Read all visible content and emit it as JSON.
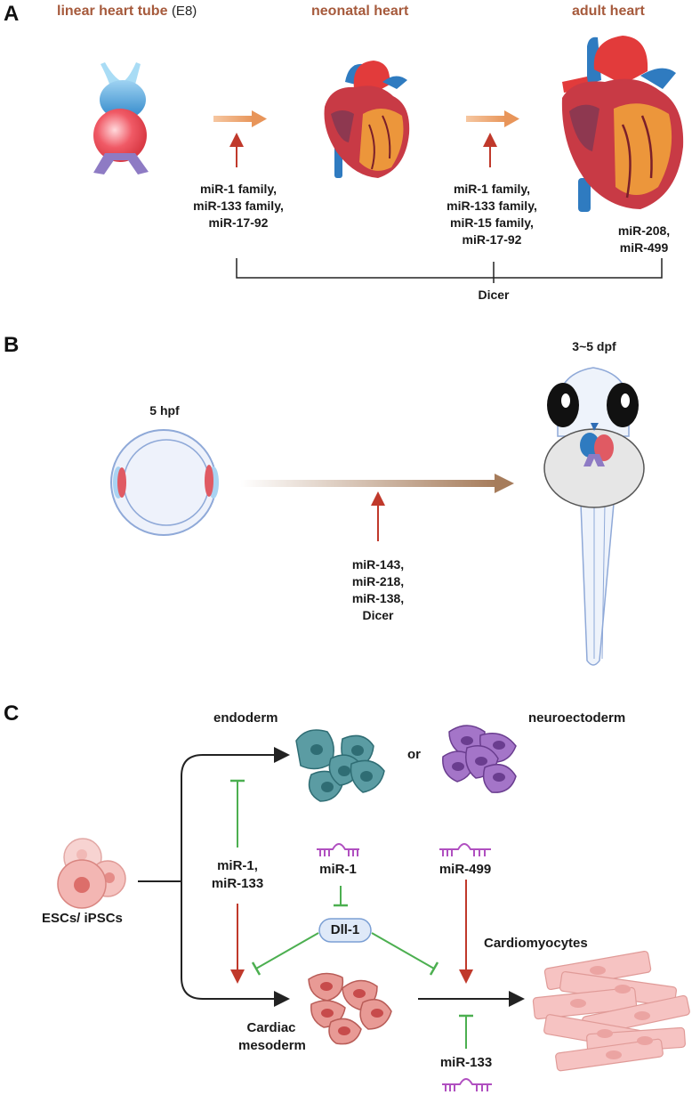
{
  "panel_a": {
    "letter": "A",
    "stages": [
      {
        "name": "linear heart tube",
        "sub": "(E8)"
      },
      {
        "name": "neonatal heart",
        "sub": ""
      },
      {
        "name": "adult heart",
        "sub": ""
      }
    ],
    "regulators_1": [
      "miR-1 family,",
      "miR-133  family,",
      "miR-17-92"
    ],
    "regulators_2": [
      "miR-1 family,",
      "miR-133  family,",
      "miR-15 family,",
      "miR-17-92"
    ],
    "regulators_3": [
      "miR-208,",
      "miR-499"
    ],
    "shared": "Dicer"
  },
  "panel_b": {
    "letter": "B",
    "start_stage": "5 hpf",
    "end_stage": "3~5 dpf",
    "regulators": [
      "miR-143,",
      "miR-218,",
      "miR-138,",
      "Dicer"
    ]
  },
  "panel_c": {
    "letter": "C",
    "source": "ESCs/ iPSCs",
    "endoderm": "endoderm",
    "or": "or",
    "neuroectoderm": "neuroectoderm",
    "inhibitors_left": [
      "miR-1,",
      "miR-133"
    ],
    "mir1": "miR-1",
    "mir499": "miR-499",
    "dll1": "Dll-1",
    "cardiac_mesoderm": [
      "Cardiac",
      "mesoderm"
    ],
    "cardiomyocytes": "Cardiomyocytes",
    "mir133": "miR-133"
  },
  "colors": {
    "stage_title": "#a65a3c",
    "activation_arrow": "#c0392b",
    "inhibition_line": "#4caf50",
    "flow_arrow": "#e8a26c",
    "mirna_hairpin": "#b04fc0"
  }
}
